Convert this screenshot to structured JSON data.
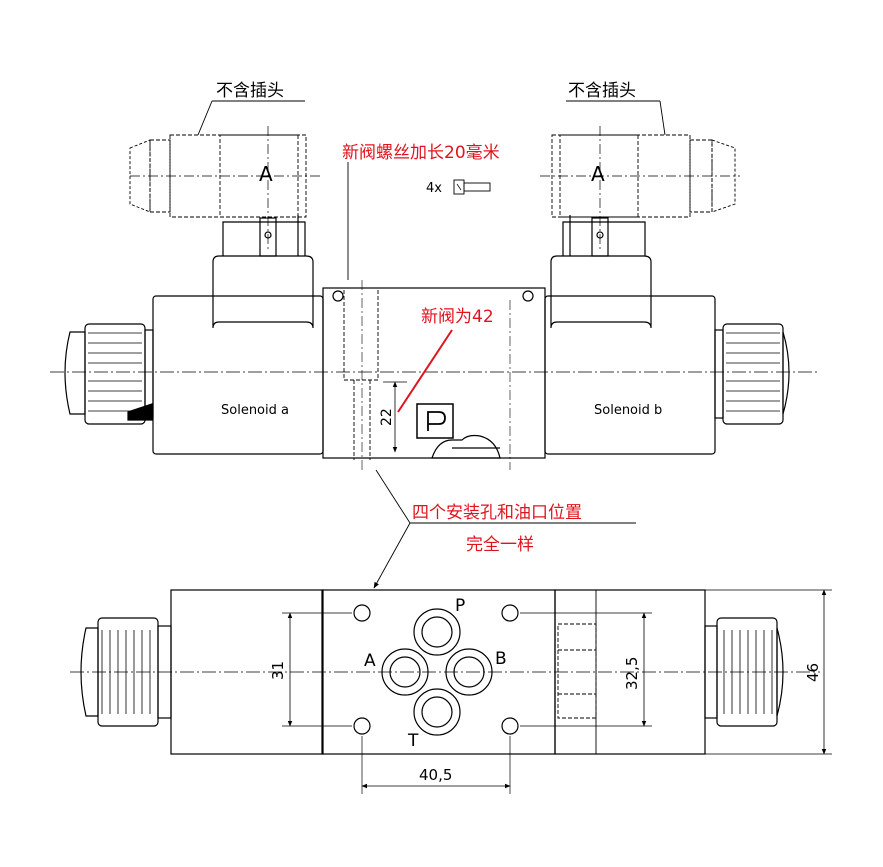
{
  "labels": {
    "no_plug_left": "不含插头",
    "no_plug_right": "不含插头",
    "coil_a_left": "A",
    "coil_a_right": "A",
    "screw_qty": "4x",
    "solenoid_a": "Solenoid a",
    "solenoid_b": "Solenoid b",
    "dim_22": "22",
    "dim_31": "31",
    "dim_32_5": "32,5",
    "dim_46": "46",
    "dim_40_5": "40,5",
    "port_p": "P",
    "port_a": "A",
    "port_b": "B",
    "port_t": "T"
  },
  "annotations": {
    "screw_note": "新阀螺丝加长20毫米",
    "new_valve_42": "新阀为42",
    "mount_note_line1": "四个安装孔和油口位置",
    "mount_note_line2": "完全一样"
  },
  "colors": {
    "line": "#000000",
    "annotation": "#e0141e"
  }
}
